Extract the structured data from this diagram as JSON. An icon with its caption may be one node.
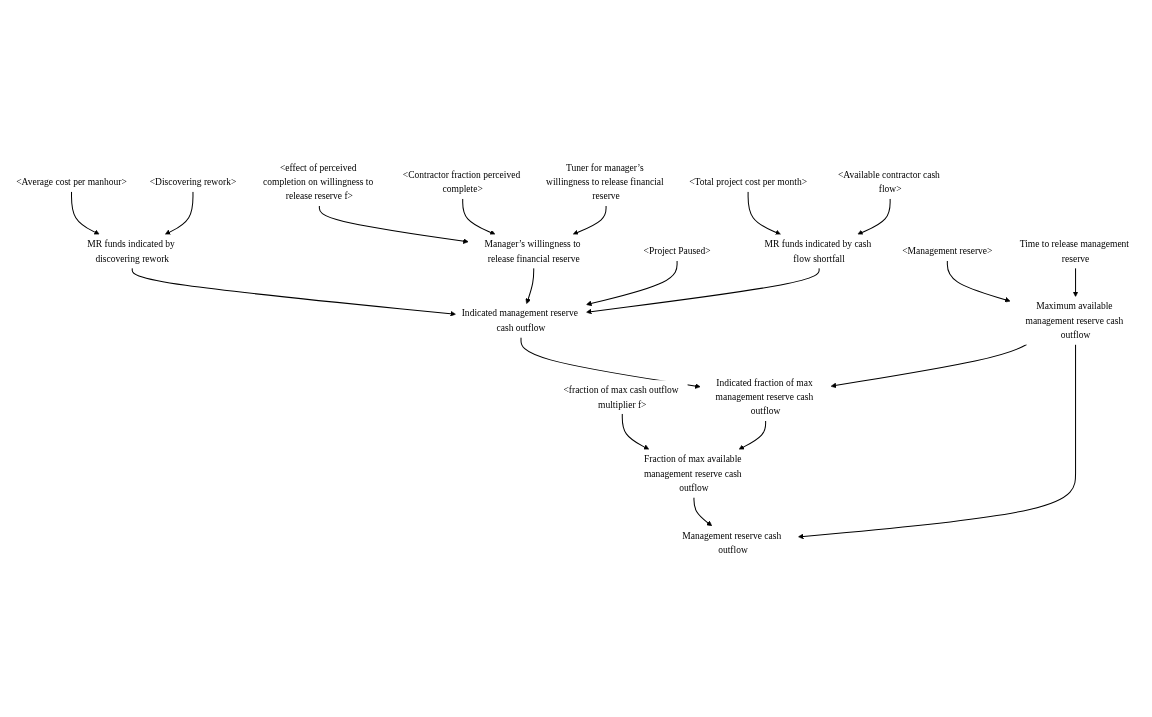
{
  "diagram": {
    "nodes": [
      {
        "text": [
          "<effect of perceived completion on willingness to release reserve f>"
        ]
      },
      {
        "text": [
          "<Average cost per manhour>"
        ]
      },
      {
        "text": [
          "<Contractor fraction perceived complete>"
        ]
      },
      {
        "text": [
          "<Discovering rework>"
        ]
      },
      {
        "text": [
          "Tuner for manager’s willingness to release financial reserve"
        ]
      },
      {
        "text": [
          "MR funds indicated by discovering rework"
        ]
      },
      {
        "text": [
          "Manager’s willingness to release financial reserve"
        ]
      },
      {
        "text": [
          "<Total project cost per month>"
        ]
      },
      {
        "text": [
          "<Available contractor cash flow>"
        ]
      },
      {
        "text": [
          "<Project Paused>"
        ]
      },
      {
        "text": [
          "MR funds indicated by cash flow shortfall"
        ]
      },
      {
        "text": [
          "Indicated management reserve cash outflow"
        ]
      },
      {
        "text": [
          "<Management reserve>"
        ]
      },
      {
        "text": [
          "Time to release management reserve"
        ]
      },
      {
        "text": [
          "<fraction of max cash outflow multiplier f>"
        ]
      },
      {
        "text": [
          "Maximum available management reserve cash outflow"
        ]
      },
      {
        "text": [
          "Indicated fraction of max management reserve cash outflow"
        ]
      },
      {
        "text": [
          "Fraction of max available management reserve cash outflow"
        ]
      },
      {
        "text": [
          "Management reserve cash outflow"
        ]
      }
    ],
    "edges": [
      {
        "from": 1,
        "to": 5,
        "arrow": "to"
      },
      {
        "from": 3,
        "to": 5,
        "arrow": "to"
      },
      {
        "from": 0,
        "to": 6,
        "arrow": "to"
      },
      {
        "from": 2,
        "to": 6,
        "arrow": "to"
      },
      {
        "from": 4,
        "to": 6,
        "arrow": "to"
      },
      {
        "from": 7,
        "to": 10,
        "arrow": "to"
      },
      {
        "from": 8,
        "to": 10,
        "arrow": "to"
      },
      {
        "from": 5,
        "to": 11,
        "arrow": "to"
      },
      {
        "from": 6,
        "to": 11,
        "arrow": "to"
      },
      {
        "from": 9,
        "to": 11,
        "arrow": "to"
      },
      {
        "from": 10,
        "to": 11,
        "arrow": "to"
      },
      {
        "from": 12,
        "to": 15,
        "arrow": "to"
      },
      {
        "from": 13,
        "to": 15,
        "arrow": "to"
      },
      {
        "from": 11,
        "to": 16,
        "arrow": "to"
      },
      {
        "from": 15,
        "to": 16,
        "arrow": "to"
      },
      {
        "from": 14,
        "to": 17,
        "arrow": "to"
      },
      {
        "from": 16,
        "to": 17,
        "arrow": "to"
      },
      {
        "from": 15,
        "to": 18,
        "arrow": "to"
      },
      {
        "from": 17,
        "to": 18,
        "arrow": "to"
      }
    ]
  }
}
